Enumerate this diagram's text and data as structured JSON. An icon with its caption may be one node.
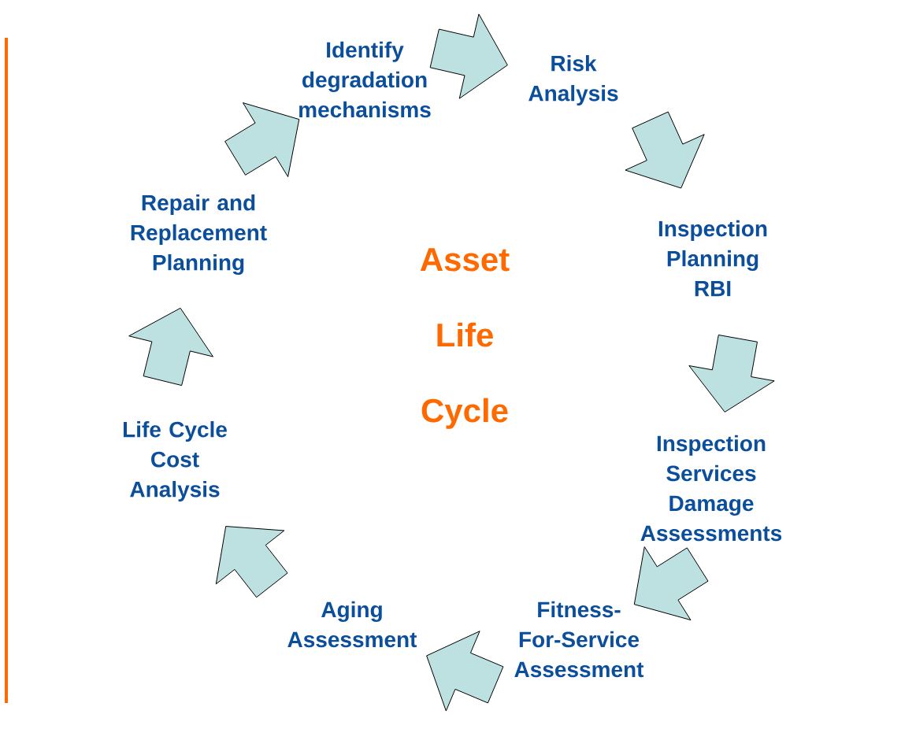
{
  "diagram": {
    "nodes": [
      {
        "text": [
          "Identify degradation mechanisms"
        ]
      },
      {
        "text": [
          "Risk Analysis"
        ]
      },
      {
        "text": [
          "Inspection Planning RBI"
        ]
      },
      {
        "text": [
          "Inspection Services Damage Assessments"
        ]
      },
      {
        "text": [
          "Fitness- For-Service Assessment"
        ]
      },
      {
        "text": [
          "Aging Assessment"
        ]
      },
      {
        "text": [
          "Life Cycle Cost Analysis"
        ]
      },
      {
        "text": [
          "Repair and Replacement Planning"
        ]
      }
    ],
    "edges": [
      {
        "from": 0,
        "to": 1,
        "arrow": "to"
      },
      {
        "from": 1,
        "to": 2,
        "arrow": "to"
      },
      {
        "from": 2,
        "to": 3,
        "arrow": "to"
      },
      {
        "from": 3,
        "to": 4,
        "arrow": "to"
      },
      {
        "from": 4,
        "to": 5,
        "arrow": "to"
      },
      {
        "from": 5,
        "to": 6,
        "arrow": "to"
      },
      {
        "from": 6,
        "to": 7,
        "arrow": "to"
      },
      {
        "from": 7,
        "to": 0,
        "arrow": "to"
      }
    ],
    "labels": [
      "Asset Life Cycle"
    ]
  }
}
